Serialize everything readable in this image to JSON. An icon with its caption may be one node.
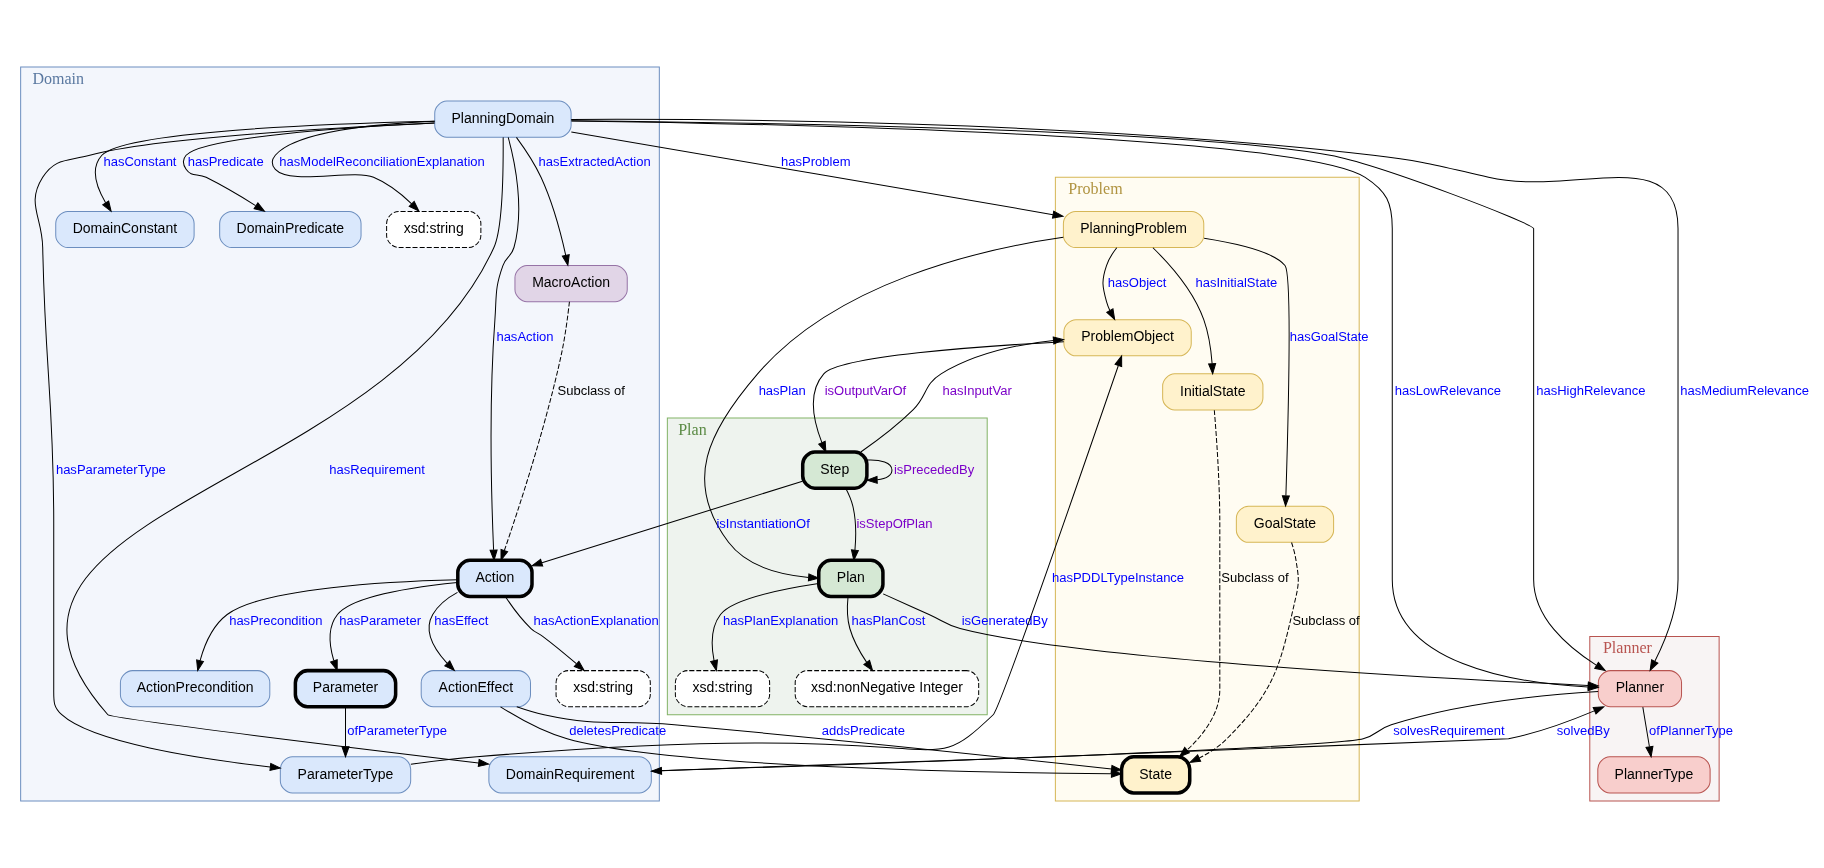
{
  "diagram": {
    "nodes": [
      {
        "text": [
          "Planner"
        ]
      },
      {
        "text": [
          "Planner"
        ],
        "in": 0
      },
      {
        "text": [
          "PlannerType"
        ],
        "in": 0
      },
      {
        "text": [
          "Problem"
        ]
      },
      {
        "text": [
          "State"
        ],
        "in": 3
      },
      {
        "text": [
          "ProblemObject"
        ],
        "in": 3
      },
      {
        "text": [
          "InitialState"
        ],
        "in": 3
      },
      {
        "text": [
          "GoalState"
        ],
        "in": 3
      },
      {
        "text": [
          "PlanningProblem"
        ],
        "in": 3
      },
      {
        "text": [
          "Plan"
        ]
      },
      {
        "text": [
          "Step"
        ],
        "in": 9
      },
      {
        "text": [
          "Plan"
        ],
        "in": 9
      },
      {
        "text": [
          "xsd:string"
        ],
        "in": 9
      },
      {
        "text": [
          "xsd:nonNegative Integer"
        ],
        "in": 9
      },
      {
        "text": [
          "Domain"
        ]
      },
      {
        "text": [
          "DomainRequirement"
        ],
        "in": 14
      },
      {
        "text": [
          "DomainConstant"
        ],
        "in": 14
      },
      {
        "text": [
          "DomainPredicate"
        ],
        "in": 14
      },
      {
        "text": [
          "xsd:string"
        ],
        "in": 14
      },
      {
        "text": [
          "PlanningDomain"
        ],
        "in": 14
      },
      {
        "text": [
          "Action"
        ],
        "in": 14
      },
      {
        "text": [
          "xsd:string"
        ],
        "in": 14
      },
      {
        "text": [
          "MacroAction"
        ],
        "in": 14
      },
      {
        "text": [
          "ParameterType"
        ],
        "in": 14
      },
      {
        "text": [
          "ActionPrecondition"
        ],
        "in": 14
      },
      {
        "text": [
          "Parameter"
        ],
        "in": 14
      },
      {
        "text": [
          "ActionEffect"
        ],
        "in": 14
      }
    ],
    "edges": [
      {
        "from": 11,
        "to": 1,
        "arrow": "to",
        "label": "isGeneratedBy"
      },
      {
        "from": 1,
        "to": 2,
        "arrow": "to",
        "label": "ofPlannerType"
      },
      {
        "from": 1,
        "to": 15,
        "arrow": "to",
        "label": "solvesRequirement"
      },
      {
        "from": 15,
        "to": 1,
        "arrow": "to",
        "label": "solvedBy"
      },
      {
        "from": 19,
        "to": 1,
        "arrow": "to",
        "label": "hasLowRelevance"
      },
      {
        "from": 19,
        "to": 1,
        "arrow": "to",
        "label": "hasHighRelevance"
      },
      {
        "from": 19,
        "to": 1,
        "arrow": "to",
        "label": "hasMediumRelevance"
      },
      {
        "from": 19,
        "to": 16,
        "arrow": "to",
        "label": "hasConstant"
      },
      {
        "from": 19,
        "to": 15,
        "arrow": "to",
        "label": "hasRequirement"
      },
      {
        "from": 19,
        "to": 17,
        "arrow": "to",
        "label": "hasPredicate"
      },
      {
        "from": 26,
        "to": 4,
        "arrow": "to",
        "label": "addsPredicate"
      },
      {
        "from": 6,
        "to": 4,
        "arrow": "to",
        "label": "Subclass of",
        "style": "dashed"
      },
      {
        "from": 7,
        "to": 4,
        "arrow": "to",
        "label": "Subclass of",
        "style": "dashed"
      },
      {
        "from": 26,
        "to": 4,
        "arrow": "to",
        "label": "deletesPredicate"
      },
      {
        "from": 19,
        "to": 18,
        "arrow": "to",
        "label": "hasModelReconciliationExplanation"
      },
      {
        "from": 19,
        "to": 20,
        "arrow": "to",
        "label": "hasAction"
      },
      {
        "from": 20,
        "to": 21,
        "arrow": "to",
        "label": "hasActionExplanation"
      },
      {
        "from": 19,
        "to": 22,
        "arrow": "to",
        "label": "hasExtractedAction"
      },
      {
        "from": 19,
        "to": 8,
        "arrow": "to",
        "label": "hasProblem"
      },
      {
        "from": 8,
        "to": 7,
        "arrow": "to",
        "label": "hasGoalState"
      },
      {
        "from": 8,
        "to": 6,
        "arrow": "to",
        "label": "hasInitialState"
      },
      {
        "from": 8,
        "to": 5,
        "arrow": "to",
        "label": "hasObject"
      },
      {
        "from": 22,
        "to": 20,
        "arrow": "to",
        "label": "Subclass of",
        "style": "dashed"
      },
      {
        "from": 10,
        "to": 5,
        "arrow": "to",
        "label": "hasInputVar"
      },
      {
        "from": 23,
        "to": 5,
        "arrow": "to",
        "label": "hasPDDLTypeInstance"
      },
      {
        "from": 19,
        "to": 23,
        "arrow": "to",
        "label": "hasParameterType"
      },
      {
        "from": 5,
        "to": 10,
        "arrow": "to",
        "label": "isOutputVarOf"
      },
      {
        "from": 11,
        "to": 12,
        "arrow": "to",
        "label": "hasPlanExplanation"
      },
      {
        "from": 8,
        "to": 11,
        "arrow": "to",
        "label": "hasPlan"
      },
      {
        "from": 20,
        "to": 24,
        "arrow": "to",
        "label": "hasPrecondition"
      },
      {
        "from": 20,
        "to": 26,
        "arrow": "to",
        "label": "hasEffect"
      },
      {
        "from": 20,
        "to": 25,
        "arrow": "to",
        "label": "hasParameter"
      },
      {
        "from": 10,
        "to": 11,
        "arrow": "to",
        "label": "isStepOfPlan"
      },
      {
        "from": 11,
        "to": 13,
        "arrow": "to",
        "label": "hasPlanCost"
      },
      {
        "from": 10,
        "to": 10,
        "arrow": "to",
        "label": "isPrecededBy"
      },
      {
        "from": 25,
        "to": 23,
        "arrow": "to",
        "label": "ofParameterType"
      },
      {
        "from": 10,
        "to": 20,
        "arrow": "to",
        "label": "isInstantiationOf"
      }
    ]
  }
}
